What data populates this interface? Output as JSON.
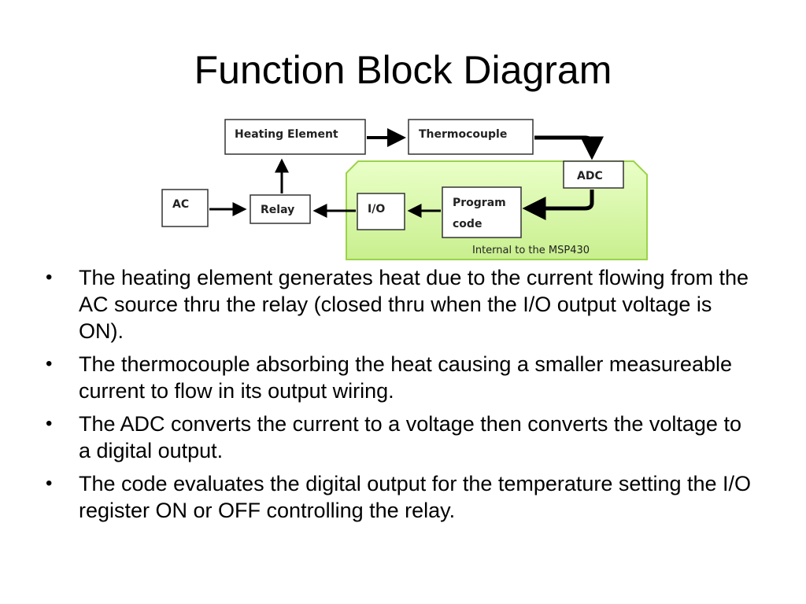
{
  "slide": {
    "title": "Function Block Diagram"
  },
  "diagram": {
    "blocks": {
      "heating_element": "Heating Element",
      "thermocouple": "Thermocouple",
      "adc": "ADC",
      "ac": "AC",
      "relay": "Relay",
      "io": "I/O",
      "program_code_line1": "Program",
      "program_code_line2": "code"
    },
    "region_caption": "Internal to the MSP430",
    "colors": {
      "region_fill": "#d6f5a8",
      "region_border": "#9bd34a",
      "arrow": "#000000"
    }
  },
  "bullets": [
    "The heating element generates heat due to the current flowing  from the AC source thru the relay (closed thru when the I/O output voltage is ON).",
    "The thermocouple absorbing the heat causing a smaller measureable current to flow in its output wiring.",
    "The ADC converts the current to a voltage then converts the voltage to a digital output.",
    "The code evaluates the digital output  for the temperature setting the I/O register ON or OFF controlling the relay."
  ]
}
